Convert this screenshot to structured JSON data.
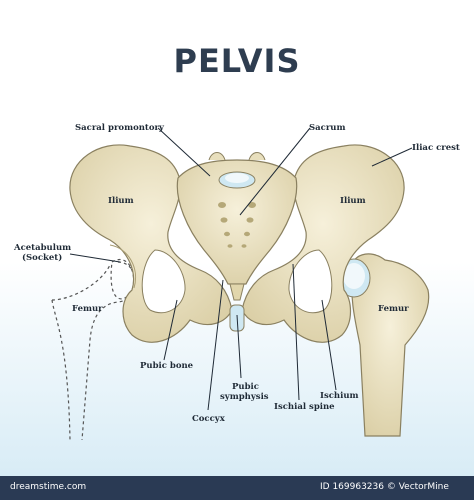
{
  "title": "PELVIS",
  "labels": {
    "sacral_promontory": "Sacral promontory",
    "sacrum": "Sacrum",
    "iliac_crest": "Iliac crest",
    "ilium_left": "Ilium",
    "ilium_right": "Ilium",
    "acetabulum_line1": "Acetabulum",
    "acetabulum_line2": "(Socket)",
    "femur_left": "Femur",
    "femur_right": "Femur",
    "pubic_bone": "Pubic bone",
    "pubic_symphysis_line1": "Pubic",
    "pubic_symphysis_line2": "symphysis",
    "coccyx": "Coccyx",
    "ischial_spine": "Ischial spine",
    "ischium": "Ischium"
  },
  "footer": {
    "left_logo": "dreamstime.com",
    "right_text": "ID 169963236 © VectorMine"
  },
  "colors": {
    "bone": "#ebe3c3",
    "bone_shade": "#c9bd90",
    "outline": "#8a8060",
    "cartilage": "#bfe2ee",
    "title": "#2e3d50",
    "footer": "#2a3a54"
  }
}
